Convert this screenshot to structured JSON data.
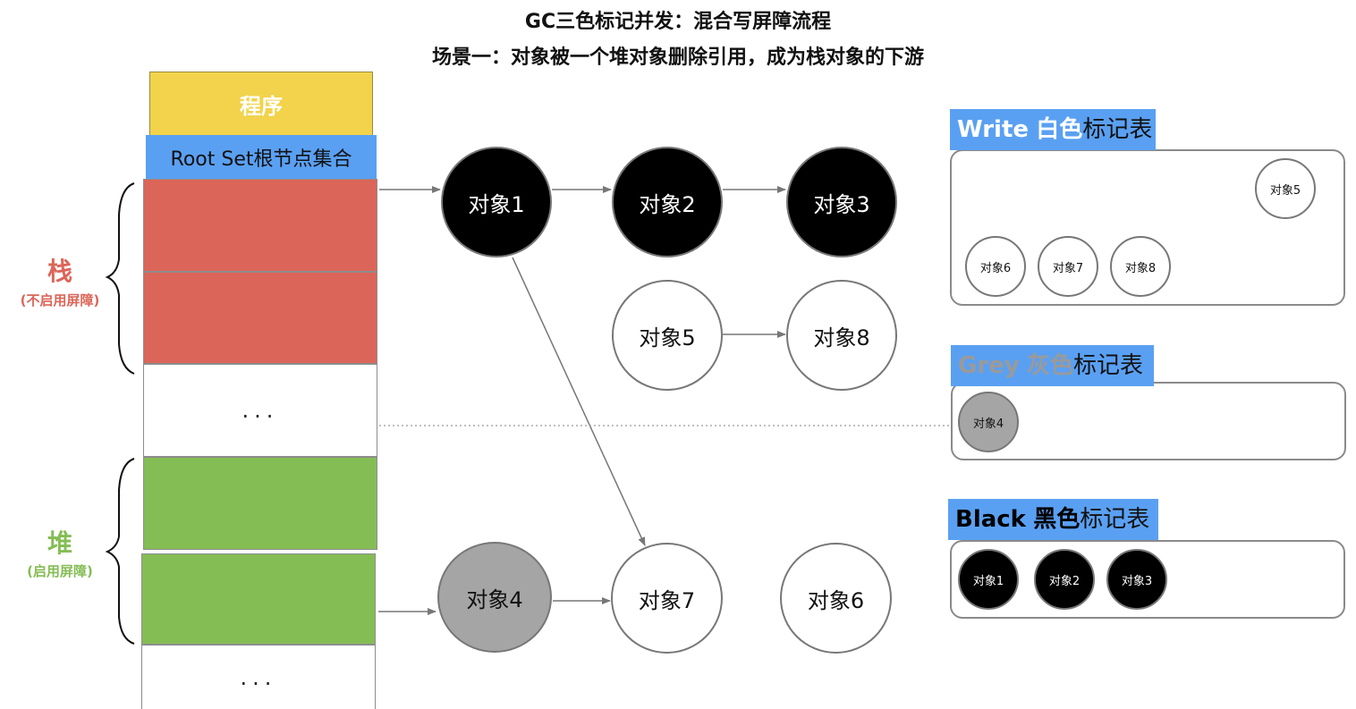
{
  "title": {
    "line1": "GC三色标记并发：混合写屏障流程",
    "line2": "场景一：对象被一个堆对象删除引用，成为栈对象的下游"
  },
  "stack_column": {
    "program": "程序",
    "root_set": "Root Set根节点集合",
    "ellipsis_top": "...",
    "ellipsis_bottom": "..."
  },
  "labels": {
    "stack": "栈",
    "stack_note": "(不启用屏障)",
    "heap": "堆",
    "heap_note": "(启用屏障)"
  },
  "nodes": {
    "obj1": "对象1",
    "obj2": "对象2",
    "obj3": "对象3",
    "obj4": "对象4",
    "obj5": "对象5",
    "obj6": "对象6",
    "obj7": "对象7",
    "obj8": "对象8"
  },
  "tables": {
    "white": {
      "title_en": "Write",
      "title_color": "白色",
      "title_suffix": "标记表",
      "items": [
        "对象5",
        "对象6",
        "对象7",
        "对象8"
      ]
    },
    "grey": {
      "title_en": "Grey",
      "title_color": "灰色",
      "title_suffix": "标记表",
      "items": [
        "对象4"
      ]
    },
    "black": {
      "title_en": "Black",
      "title_color": "黑色",
      "title_suffix": "标记表",
      "items": [
        "对象1",
        "对象2",
        "对象3"
      ]
    }
  },
  "colors": {
    "program": "#f2d34b",
    "root_set": "#5aa0f2",
    "stack": "#dc6559",
    "heap": "#85bd55",
    "stack_label": "#dc6559",
    "heap_label": "#85bd55",
    "grey_node": "#a5a5a5",
    "grey_title_text": "#9a9a9a"
  }
}
